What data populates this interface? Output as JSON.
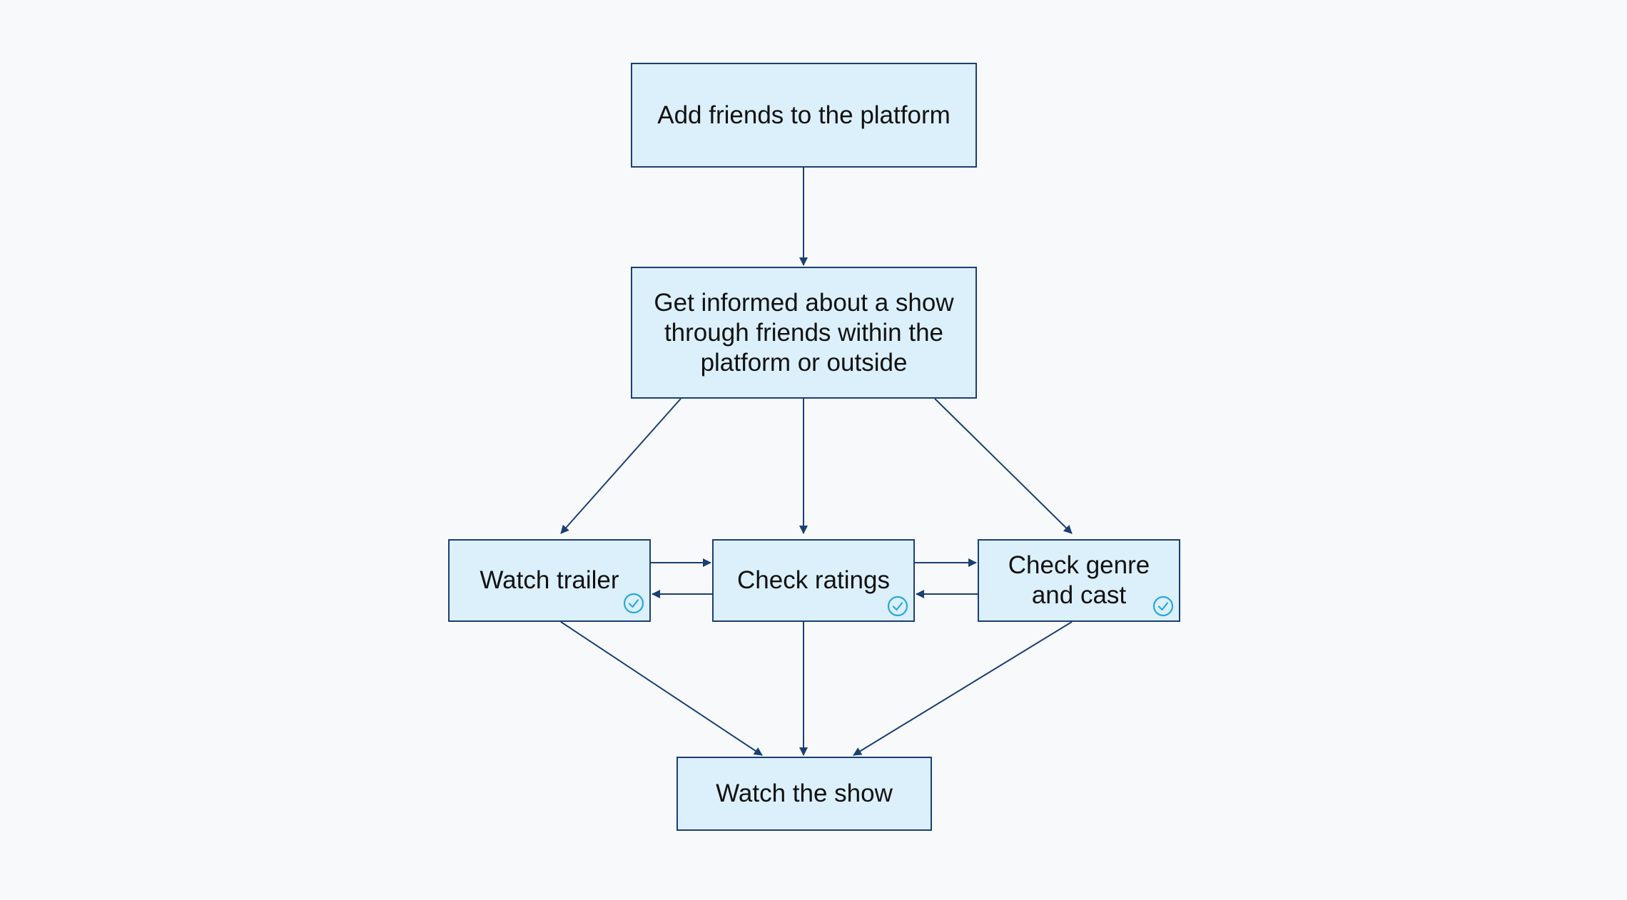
{
  "diagram": {
    "nodes": {
      "add_friends": "Add friends to the platform",
      "get_informed": "Get informed about a show through friends within the platform or outside",
      "watch_trailer": "Watch trailer",
      "check_ratings": "Check ratings",
      "check_genre": "Check genre and cast",
      "watch_show": "Watch the show"
    },
    "icons": {
      "status": "check-circle-icon"
    },
    "colors": {
      "node_fill": "#dbf0fb",
      "node_border": "#1a3f73",
      "edge": "#1a3f73",
      "check": "#29a8d9",
      "background": "#f8f9fa"
    }
  }
}
